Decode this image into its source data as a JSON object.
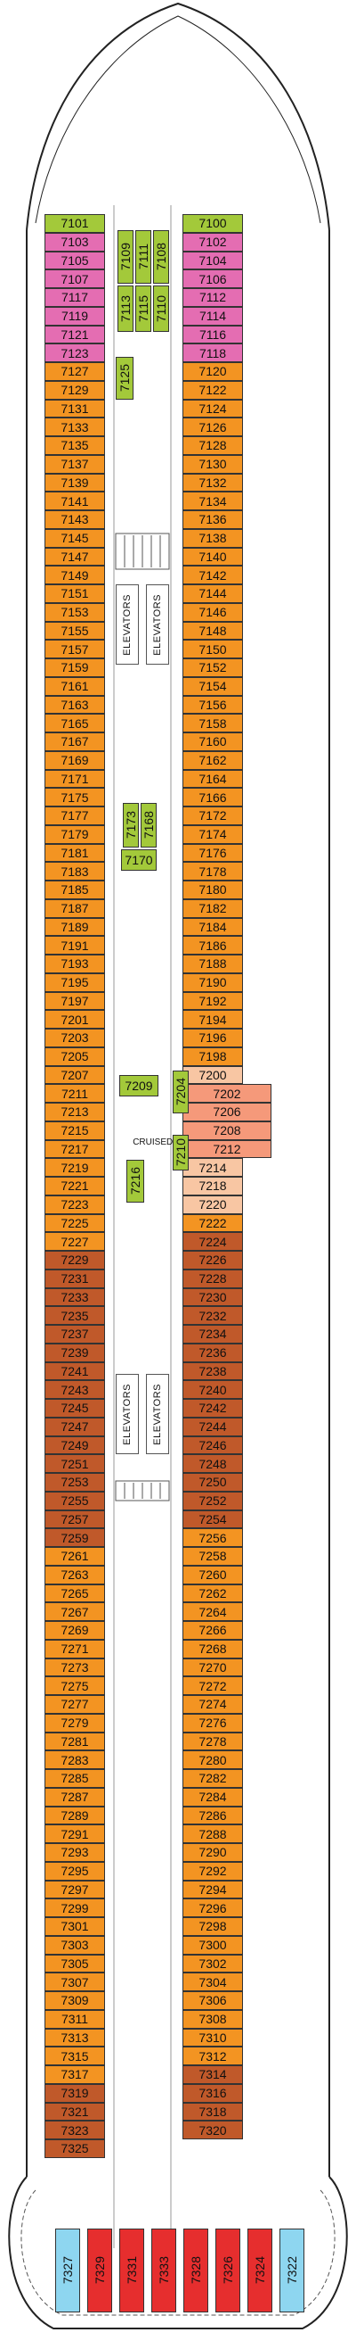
{
  "colors": {
    "orange": "#F39422",
    "pink": "#E46DB2",
    "green": "#A3C93A",
    "brown": "#C0592A",
    "salmon": "#F5997A",
    "peach": "#F8C6A3",
    "red": "#E62E2E",
    "blue": "#8ED6F0",
    "outline": "#333333"
  },
  "labels": {
    "elevators": "ELEVATORS",
    "cruisedeck": "CRUISEDECK"
  },
  "left": [
    {
      "n": "7101",
      "c": "green"
    },
    {
      "n": "7103",
      "c": "pink"
    },
    {
      "n": "7105",
      "c": "pink"
    },
    {
      "n": "7107",
      "c": "pink"
    },
    {
      "n": "7117",
      "c": "pink"
    },
    {
      "n": "7119",
      "c": "pink"
    },
    {
      "n": "7121",
      "c": "pink"
    },
    {
      "n": "7123",
      "c": "pink"
    },
    {
      "n": "7127",
      "c": "orange"
    },
    {
      "n": "7129",
      "c": "orange"
    },
    {
      "n": "7131",
      "c": "orange"
    },
    {
      "n": "7133",
      "c": "orange"
    },
    {
      "n": "7135",
      "c": "orange"
    },
    {
      "n": "7137",
      "c": "orange"
    },
    {
      "n": "7139",
      "c": "orange"
    },
    {
      "n": "7141",
      "c": "orange"
    },
    {
      "n": "7143",
      "c": "orange"
    },
    {
      "n": "7145",
      "c": "orange"
    },
    {
      "n": "7147",
      "c": "orange"
    },
    {
      "n": "7149",
      "c": "orange"
    },
    {
      "n": "7151",
      "c": "orange"
    },
    {
      "n": "7153",
      "c": "orange"
    },
    {
      "n": "7155",
      "c": "orange"
    },
    {
      "n": "7157",
      "c": "orange"
    },
    {
      "n": "7159",
      "c": "orange"
    },
    {
      "n": "7161",
      "c": "orange"
    },
    {
      "n": "7163",
      "c": "orange"
    },
    {
      "n": "7165",
      "c": "orange"
    },
    {
      "n": "7167",
      "c": "orange"
    },
    {
      "n": "7169",
      "c": "orange"
    },
    {
      "n": "7171",
      "c": "orange"
    },
    {
      "n": "7175",
      "c": "orange"
    },
    {
      "n": "7177",
      "c": "orange"
    },
    {
      "n": "7179",
      "c": "orange"
    },
    {
      "n": "7181",
      "c": "orange"
    },
    {
      "n": "7183",
      "c": "orange"
    },
    {
      "n": "7185",
      "c": "orange"
    },
    {
      "n": "7187",
      "c": "orange"
    },
    {
      "n": "7189",
      "c": "orange"
    },
    {
      "n": "7191",
      "c": "orange"
    },
    {
      "n": "7193",
      "c": "orange"
    },
    {
      "n": "7195",
      "c": "orange"
    },
    {
      "n": "7197",
      "c": "orange"
    },
    {
      "n": "7201",
      "c": "orange"
    },
    {
      "n": "7203",
      "c": "orange"
    },
    {
      "n": "7205",
      "c": "orange"
    },
    {
      "n": "7207",
      "c": "orange"
    },
    {
      "n": "7211",
      "c": "orange"
    },
    {
      "n": "7213",
      "c": "orange"
    },
    {
      "n": "7215",
      "c": "orange"
    },
    {
      "n": "7217",
      "c": "orange"
    },
    {
      "n": "7219",
      "c": "orange"
    },
    {
      "n": "7221",
      "c": "orange"
    },
    {
      "n": "7223",
      "c": "orange"
    },
    {
      "n": "7225",
      "c": "orange"
    },
    {
      "n": "7227",
      "c": "orange"
    },
    {
      "n": "7229",
      "c": "brown"
    },
    {
      "n": "7231",
      "c": "brown"
    },
    {
      "n": "7233",
      "c": "brown"
    },
    {
      "n": "7235",
      "c": "brown"
    },
    {
      "n": "7237",
      "c": "brown"
    },
    {
      "n": "7239",
      "c": "brown"
    },
    {
      "n": "7241",
      "c": "brown"
    },
    {
      "n": "7243",
      "c": "brown"
    },
    {
      "n": "7245",
      "c": "brown"
    },
    {
      "n": "7247",
      "c": "brown"
    },
    {
      "n": "7249",
      "c": "brown"
    },
    {
      "n": "7251",
      "c": "brown"
    },
    {
      "n": "7253",
      "c": "brown"
    },
    {
      "n": "7255",
      "c": "brown"
    },
    {
      "n": "7257",
      "c": "brown"
    },
    {
      "n": "7259",
      "c": "brown"
    },
    {
      "n": "7261",
      "c": "orange"
    },
    {
      "n": "7263",
      "c": "orange"
    },
    {
      "n": "7265",
      "c": "orange"
    },
    {
      "n": "7267",
      "c": "orange"
    },
    {
      "n": "7269",
      "c": "orange"
    },
    {
      "n": "7271",
      "c": "orange"
    },
    {
      "n": "7273",
      "c": "orange"
    },
    {
      "n": "7275",
      "c": "orange"
    },
    {
      "n": "7277",
      "c": "orange"
    },
    {
      "n": "7279",
      "c": "orange"
    },
    {
      "n": "7281",
      "c": "orange"
    },
    {
      "n": "7283",
      "c": "orange"
    },
    {
      "n": "7285",
      "c": "orange"
    },
    {
      "n": "7287",
      "c": "orange"
    },
    {
      "n": "7289",
      "c": "orange"
    },
    {
      "n": "7291",
      "c": "orange"
    },
    {
      "n": "7293",
      "c": "orange"
    },
    {
      "n": "7295",
      "c": "orange"
    },
    {
      "n": "7297",
      "c": "orange"
    },
    {
      "n": "7299",
      "c": "orange"
    },
    {
      "n": "7301",
      "c": "orange"
    },
    {
      "n": "7303",
      "c": "orange"
    },
    {
      "n": "7305",
      "c": "orange"
    },
    {
      "n": "7307",
      "c": "orange"
    },
    {
      "n": "7309",
      "c": "orange"
    },
    {
      "n": "7311",
      "c": "orange"
    },
    {
      "n": "7313",
      "c": "orange"
    },
    {
      "n": "7315",
      "c": "orange"
    },
    {
      "n": "7317",
      "c": "orange"
    },
    {
      "n": "7319",
      "c": "brown"
    },
    {
      "n": "7321",
      "c": "brown"
    },
    {
      "n": "7323",
      "c": "brown"
    },
    {
      "n": "7325",
      "c": "brown"
    }
  ],
  "right": [
    {
      "n": "7100",
      "c": "green"
    },
    {
      "n": "7102",
      "c": "pink"
    },
    {
      "n": "7104",
      "c": "pink"
    },
    {
      "n": "7106",
      "c": "pink"
    },
    {
      "n": "7112",
      "c": "pink"
    },
    {
      "n": "7114",
      "c": "pink"
    },
    {
      "n": "7116",
      "c": "pink"
    },
    {
      "n": "7118",
      "c": "pink"
    },
    {
      "n": "7120",
      "c": "orange"
    },
    {
      "n": "7122",
      "c": "orange"
    },
    {
      "n": "7124",
      "c": "orange"
    },
    {
      "n": "7126",
      "c": "orange"
    },
    {
      "n": "7128",
      "c": "orange"
    },
    {
      "n": "7130",
      "c": "orange"
    },
    {
      "n": "7132",
      "c": "orange"
    },
    {
      "n": "7134",
      "c": "orange"
    },
    {
      "n": "7136",
      "c": "orange"
    },
    {
      "n": "7138",
      "c": "orange"
    },
    {
      "n": "7140",
      "c": "orange"
    },
    {
      "n": "7142",
      "c": "orange"
    },
    {
      "n": "7144",
      "c": "orange"
    },
    {
      "n": "7146",
      "c": "orange"
    },
    {
      "n": "7148",
      "c": "orange"
    },
    {
      "n": "7150",
      "c": "orange"
    },
    {
      "n": "7152",
      "c": "orange"
    },
    {
      "n": "7154",
      "c": "orange"
    },
    {
      "n": "7156",
      "c": "orange"
    },
    {
      "n": "7158",
      "c": "orange"
    },
    {
      "n": "7160",
      "c": "orange"
    },
    {
      "n": "7162",
      "c": "orange"
    },
    {
      "n": "7164",
      "c": "orange"
    },
    {
      "n": "7166",
      "c": "orange"
    },
    {
      "n": "7172",
      "c": "orange"
    },
    {
      "n": "7174",
      "c": "orange"
    },
    {
      "n": "7176",
      "c": "orange"
    },
    {
      "n": "7178",
      "c": "orange"
    },
    {
      "n": "7180",
      "c": "orange"
    },
    {
      "n": "7182",
      "c": "orange"
    },
    {
      "n": "7184",
      "c": "orange"
    },
    {
      "n": "7186",
      "c": "orange"
    },
    {
      "n": "7188",
      "c": "orange"
    },
    {
      "n": "7190",
      "c": "orange"
    },
    {
      "n": "7192",
      "c": "orange"
    },
    {
      "n": "7194",
      "c": "orange"
    },
    {
      "n": "7196",
      "c": "orange"
    },
    {
      "n": "7198",
      "c": "orange"
    },
    {
      "n": "7200",
      "c": "peach"
    },
    {
      "n": "7202",
      "c": "salmon"
    },
    {
      "n": "7206",
      "c": "salmon"
    },
    {
      "n": "7208",
      "c": "salmon"
    },
    {
      "n": "7212",
      "c": "salmon"
    },
    {
      "n": "7214",
      "c": "peach"
    },
    {
      "n": "7218",
      "c": "peach"
    },
    {
      "n": "7220",
      "c": "peach"
    },
    {
      "n": "7222",
      "c": "orange"
    },
    {
      "n": "7224",
      "c": "brown"
    },
    {
      "n": "7226",
      "c": "brown"
    },
    {
      "n": "7228",
      "c": "brown"
    },
    {
      "n": "7230",
      "c": "brown"
    },
    {
      "n": "7232",
      "c": "brown"
    },
    {
      "n": "7234",
      "c": "brown"
    },
    {
      "n": "7236",
      "c": "brown"
    },
    {
      "n": "7238",
      "c": "brown"
    },
    {
      "n": "7240",
      "c": "brown"
    },
    {
      "n": "7242",
      "c": "brown"
    },
    {
      "n": "7244",
      "c": "brown"
    },
    {
      "n": "7246",
      "c": "brown"
    },
    {
      "n": "7248",
      "c": "brown"
    },
    {
      "n": "7250",
      "c": "brown"
    },
    {
      "n": "7252",
      "c": "brown"
    },
    {
      "n": "7254",
      "c": "brown"
    },
    {
      "n": "7256",
      "c": "orange"
    },
    {
      "n": "7258",
      "c": "orange"
    },
    {
      "n": "7260",
      "c": "orange"
    },
    {
      "n": "7262",
      "c": "orange"
    },
    {
      "n": "7264",
      "c": "orange"
    },
    {
      "n": "7266",
      "c": "orange"
    },
    {
      "n": "7268",
      "c": "orange"
    },
    {
      "n": "7270",
      "c": "orange"
    },
    {
      "n": "7272",
      "c": "orange"
    },
    {
      "n": "7274",
      "c": "orange"
    },
    {
      "n": "7276",
      "c": "orange"
    },
    {
      "n": "7278",
      "c": "orange"
    },
    {
      "n": "7280",
      "c": "orange"
    },
    {
      "n": "7282",
      "c": "orange"
    },
    {
      "n": "7284",
      "c": "orange"
    },
    {
      "n": "7286",
      "c": "orange"
    },
    {
      "n": "7288",
      "c": "orange"
    },
    {
      "n": "7290",
      "c": "orange"
    },
    {
      "n": "7292",
      "c": "orange"
    },
    {
      "n": "7294",
      "c": "orange"
    },
    {
      "n": "7296",
      "c": "orange"
    },
    {
      "n": "7298",
      "c": "orange"
    },
    {
      "n": "7300",
      "c": "orange"
    },
    {
      "n": "7302",
      "c": "orange"
    },
    {
      "n": "7304",
      "c": "orange"
    },
    {
      "n": "7306",
      "c": "orange"
    },
    {
      "n": "7308",
      "c": "orange"
    },
    {
      "n": "7310",
      "c": "orange"
    },
    {
      "n": "7312",
      "c": "orange"
    },
    {
      "n": "7314",
      "c": "brown"
    },
    {
      "n": "7316",
      "c": "brown"
    },
    {
      "n": "7318",
      "c": "brown"
    },
    {
      "n": "7320",
      "c": "brown"
    }
  ],
  "center_cabins": [
    {
      "n": "7109",
      "c": "green"
    },
    {
      "n": "7111",
      "c": "green"
    },
    {
      "n": "7108",
      "c": "green"
    },
    {
      "n": "7113",
      "c": "green"
    },
    {
      "n": "7115",
      "c": "green"
    },
    {
      "n": "7110",
      "c": "green"
    },
    {
      "n": "7125",
      "c": "green"
    },
    {
      "n": "7173",
      "c": "green"
    },
    {
      "n": "7168",
      "c": "green"
    },
    {
      "n": "7170",
      "c": "green"
    },
    {
      "n": "7209",
      "c": "green"
    },
    {
      "n": "7204",
      "c": "green"
    },
    {
      "n": "7210",
      "c": "green"
    },
    {
      "n": "7216",
      "c": "green"
    }
  ],
  "stern_cabins": [
    {
      "n": "7327",
      "c": "blue"
    },
    {
      "n": "7329",
      "c": "red"
    },
    {
      "n": "7331",
      "c": "red"
    },
    {
      "n": "7333",
      "c": "red"
    },
    {
      "n": "7328",
      "c": "red"
    },
    {
      "n": "7326",
      "c": "red"
    },
    {
      "n": "7324",
      "c": "red"
    },
    {
      "n": "7322",
      "c": "blue"
    }
  ]
}
